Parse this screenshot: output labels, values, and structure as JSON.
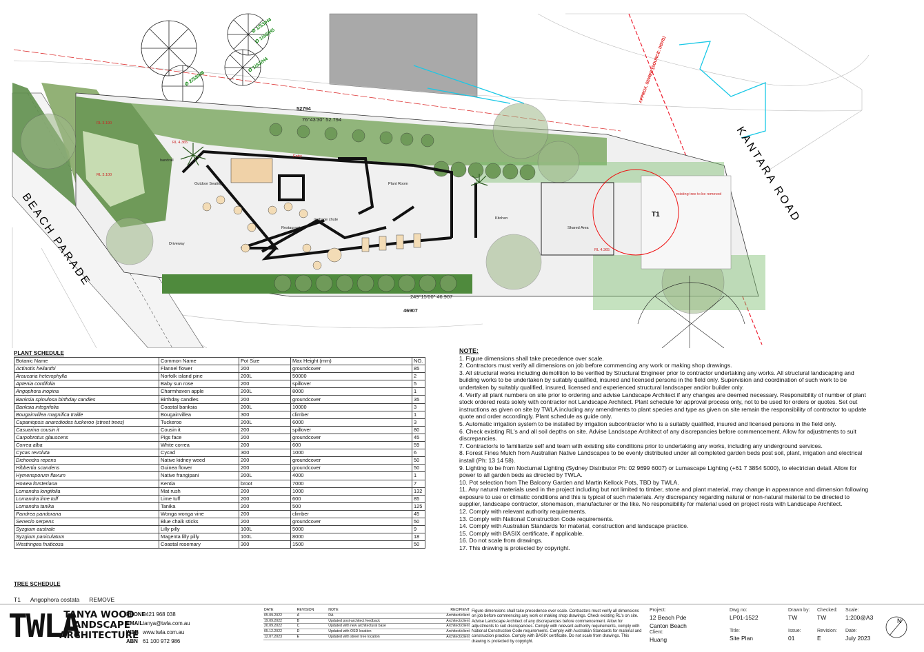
{
  "plan": {
    "street_left": "BEACH PARADE",
    "street_right": "KANTARA ROAD",
    "labels": {
      "outdoor_seating": "Outdoor Seating",
      "restaurant": "Restaurant",
      "plant_room": "Plant Room",
      "kitchen": "Kitchen",
      "shared_area": "Shared Area",
      "driveway": "Driveway",
      "entry": "Entry",
      "handrail": "handrail",
      "garbage": "garbage chute",
      "tree_t1": "T1",
      "existing_tree": "existing tree to be removed",
      "sewer": "APPROX. SEWER (SOURCE: DBYD)",
      "lot_top": "52794",
      "bearing_top": "76°43'30\"   52.794",
      "bearing_bottom": "249°15'00\"   46.907",
      "lot_bottom": "46907",
      "rl_1": "RL 4.365",
      "rl_2": "RL 4.365",
      "rl_3": "RL 3.190",
      "rl_4": "RL 3.100",
      "tree_tag_1": "Ø 1/S3/H4",
      "tree_tag_2": "Ø 1/S3/H5",
      "tree_tag_3": "Ø 1/S3/H4",
      "tree_tag_4": "Ø 2/S8/H6"
    }
  },
  "plant_schedule": {
    "title": "PLANT SCHEDULE",
    "headers": [
      "Botanic Name",
      "Common Name",
      "Pot Size",
      "Max Height (mm)",
      "NO."
    ],
    "rows": [
      [
        "Actinotis helianthi",
        "Flannel flower",
        "200",
        "groundcover",
        "85"
      ],
      [
        "Araucaria heterophylla",
        "Norfolk island pine",
        "200L",
        "50000",
        "2"
      ],
      [
        "Aptenia cordifolia",
        "Baby sun rose",
        "200",
        "spillover",
        "5"
      ],
      [
        "Angophora inopina",
        "Charmhaven apple",
        "200L",
        "8000",
        "1"
      ],
      [
        "Banksia spinulosa birthday candles",
        "Birthday candles",
        "200",
        "groundcover",
        "35"
      ],
      [
        "Banksia integrifolia",
        "Coastal banksia",
        "200L",
        "10000",
        "3"
      ],
      [
        "Bougainvillea magnifica traille",
        "Bougainvillea",
        "300",
        "climber",
        "1"
      ],
      [
        "Cupaniopsis anarcdiodes tuckeroo (street trees)",
        "Tuckeroo",
        "200L",
        "6000",
        "3"
      ],
      [
        "Casuarina cousin it",
        "Cousin it",
        "200",
        "spillover",
        "80"
      ],
      [
        "Carpobrotus glauscens",
        "Pigs face",
        "200",
        "groundcover",
        "45"
      ],
      [
        "Correa alba",
        "White correa",
        "200",
        "600",
        "59"
      ],
      [
        "Cycas revoluta",
        "Cycad",
        "300",
        "1000",
        "6"
      ],
      [
        "Dichondra repens",
        "Native kidney weed",
        "200",
        "groundcover",
        "50"
      ],
      [
        "Hibbertia scandens",
        "Guinea flower",
        "200",
        "groundcover",
        "50"
      ],
      [
        "Hymensporum flavum",
        "Native frangipani",
        "200L",
        "4000",
        "1"
      ],
      [
        "Howea forsteriana",
        "Kentia",
        "broot",
        "7000",
        "7"
      ],
      [
        "Lomandra longifolia",
        "Mat rush",
        "200",
        "1000",
        "132"
      ],
      [
        "Lomandra lime tuff",
        "Lime tuff",
        "200",
        "600",
        "85"
      ],
      [
        "Lomandra tanika",
        "Tanika",
        "200",
        "500",
        "125"
      ],
      [
        "Pandrea pandorana",
        "Wonga wonga vine",
        "200",
        "climber",
        "45"
      ],
      [
        "Senecio serpens",
        "Blue chalk sticks",
        "200",
        "groundcover",
        "50"
      ],
      [
        "Syzgium australe",
        "Lilly pilly",
        "100L",
        "5000",
        "9"
      ],
      [
        "Syzgium paniculatum",
        "Magenta lilly pilly",
        "100L",
        "8000",
        "18"
      ],
      [
        "Westringea fruiticosa",
        "Coastal rosemary",
        "300",
        "1500",
        "50"
      ]
    ]
  },
  "tree_schedule": {
    "title": "TREE SCHEDULE",
    "id": "T1",
    "species": "Angophora costata",
    "action": "REMOVE"
  },
  "notes": {
    "title": "NOTE:",
    "items": [
      "1. Figure dimensions shall take precedence over scale.",
      "2. Contractors must verify all dimensions on job before commencing any work or making shop drawings.",
      "3. All structural works including demolition to be verified by Structural Engineer prior to contractor undertaking any works. All structural landscaping and building works to be undertaken by suitably qualified, insured and licensed persons in the field only. Supervision and coordination of such work to be undertaken by suitably qualified, insured, licensed and experienced structural landscaper and/or builder only.",
      "4. Verify all plant numbers on site prior to ordering and advise Landscape Architect if any changes are deemed necessary. Responsibility of number of plant stock ordered rests solely with contractor not Landscape Architect. Plant schedule for approval process only, not to be used for orders or quotes. Set out instructions as given on site by TWLA  including any amendments to plant species and type as given on site remain the responsibility of contractor to update quote and order accordingly. Plant schedule as guide only.",
      "5. Automatic irrigation system to be installed by irrigation subcontractor who is a suitably qualified, insured and licensed persons in the field only.",
      "6. Check existing RL's and all soil depths on site. Advise Landscape Architect of any discrepancies before commencement. Allow for adjustments to suit discrepancies.",
      "7. Contractor/s to familiarize self and team with existing site conditions prior to undertaking any works, including any underground services.",
      "8. Forest Fines Mulch from Australian Native Landscapes to be evenly distributed under all completed garden beds post soil, plant, irrigation and electrical install (Ph: 13 14 58).",
      "9. Lighting to be from Nocturnal Lighting (Sydney Distributor Ph: 02 9699 6007) or Lumascape Lighting (+61 7 3854 5000), to electrician detail. Allow for power to all garden beds as directed by TWLA.",
      "10. Pot selection from The Balcony Garden and Martin Kellock Pots, TBD by TWLA.",
      "11. Any natural materials used in the project including but not limited to timber, stone and plant material, may change in appearance and dimension following exposure to use or climatic conditions and this is typical of such materials. Any discrepancy regarding natural or non-natural material to be directed to supplier, landscape contractor, stonemason, manufacturer or the like. No responsibility for material used on project rests with Landscape Architect.",
      "12. Comply with relevant authority requirements.",
      "13. Comply with National Construction Code requirements.",
      "14. Comply with Australian Standards for material, construction and landscape practice.",
      "15. Comply with BASIX certificate, if applicable.",
      "16. Do not scale from drawings.",
      "17. This drawing is protected by copyright."
    ]
  },
  "title_block": {
    "logo": "TWLA",
    "firm_line1": "TANYA WOOD",
    "firm_line2": "LANDSCAPE",
    "firm_line3": "ARCHITECTURE",
    "contact": [
      {
        "k": "PHONE",
        "v": "0421 968 038"
      },
      {
        "k": "EMAIL",
        "v": "tanya@twla.com.au"
      },
      {
        "k": "WEB",
        "v": "www.twla.com.au"
      },
      {
        "k": "ABN",
        "v": "61 100 972 986"
      }
    ],
    "revisions": {
      "headers": [
        "DATE",
        "REVISION",
        "NOTE",
        "RECIPIENT"
      ],
      "rows": [
        [
          "05.09.2022",
          "A",
          "DA",
          "Architect/client"
        ],
        [
          "19.09.2022",
          "B",
          "Updated post-architect feedback",
          "Architect/client"
        ],
        [
          "20.09.2022",
          "C",
          "Updated with new architectural base",
          "Architect/client"
        ],
        [
          "05.12.2022",
          "D",
          "Updated with OSD location",
          "Architect/client"
        ],
        [
          "12.07.2023",
          "E",
          "Updated with street tree location",
          "Architect/client"
        ]
      ]
    },
    "disclaimer": "Figure dimensions shall take precedence over scale. Contractors must verify all dimensions on job before commencing any work or making shop drawings. Check existing RL's on site. Advise Landscape Architect of any discrepancies before commencement. Allow for adjustments to suit discrepancies. Comply with relevant authority requirements, comply with National Construction Code requirements. Comply with Australian Standards for material and construction practice. Comply with BASIX certificate. Do not scale from drawings. This drawing is protected by copyright.",
    "project_label": "Project:",
    "project_line1": "12 Beach Pde",
    "project_line2": "Canton Beach",
    "client_label": "Client:",
    "client": "Huang",
    "dwg_label": "Dwg no:",
    "dwg": "LP01-1522",
    "title_label": "Title:",
    "title": "Site Plan",
    "drawn_label": "Drawn by:",
    "drawn": "TW",
    "checked_label": "Checked:",
    "checked": "TW",
    "scale_label": "Scale:",
    "scale": "1:200@A3",
    "issue_label": "Issue:",
    "issue": "01",
    "revision_label": "Revision:",
    "revision": "E",
    "date_label": "Date:",
    "date": "July 2023",
    "north": "N"
  }
}
